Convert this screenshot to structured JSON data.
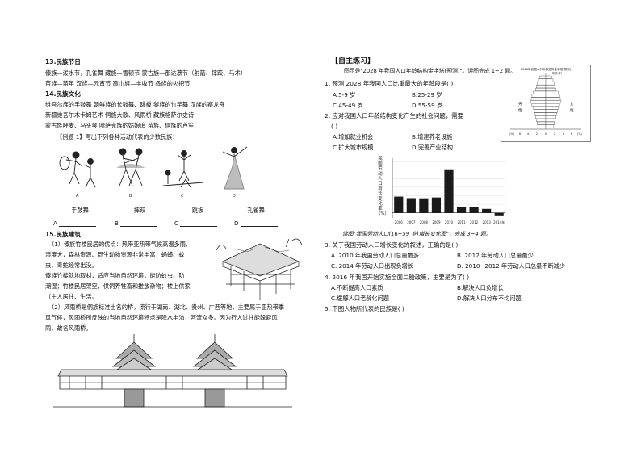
{
  "left": {
    "s13_title": "13.民族节日",
    "s13_l1": "傣族—泼水节，孔雀舞          藏族—雪顿节          蒙古族—那达慕节（射箭、摔跤、马术）",
    "s13_l2": "苗族—苗年          汉族—元宵节          高山族—丰收节          彝族的火把节",
    "s14_title": "14.民族文化",
    "s14_l1": "维吾尔族的手鼓舞          朝鲜族的长鼓舞、跳板          黎族的竹竿舞          汉族的赛龙舟",
    "s14_l2": "新疆维吾尔木卡姆艺术          侗族大歌、风雨桥          藏族格萨尔史诗",
    "s14_l3": "蒙古族呼麦、马头琴          哈萨克族的姑娘追          苗族、侗族的芦笙",
    "example1": "【例题 1】写出下列各种活动代表的少数民族：",
    "dances": [
      {
        "letter": "A",
        "name": "手鼓舞",
        "answer": "A"
      },
      {
        "letter": "B",
        "name": "摔跤",
        "answer": "B"
      },
      {
        "letter": "C",
        "name": "跳板",
        "answer": "C"
      },
      {
        "letter": "D",
        "name": "孔雀舞",
        "answer": "D"
      }
    ],
    "s15_title": "15.民族建筑",
    "s15_p1": [
      "（1）傣族竹楼民居的优点：热带亚热带气候高温多雨、",
      "湿度大，森林资源、野生动物资源非常丰富，蚂蟥、蚊",
      "虫、毒蛇经常出没。",
      "傣族竹楼就地取材，适应当地自然环境，能防蚊虫、防",
      "潮湿；竹楼民居架空，供饲养牲畜和推放杂物；楼上供家",
      "（主人居住、生活。"
    ],
    "s15_p2": [
      "（2）风雨桥是侗族标准出名的桥，流行于湖南、湖北、贵州、广西等地，主要属于亚热带季",
      "风气候，风雨桥所反映的当地自然环境特点是降水丰沛，河流众多。因为行人过往能躲避风",
      "雨，故名风雨桥。"
    ]
  },
  "right": {
    "heading": "【自主练习】",
    "pyramid_intro": "图示是\"2028 年我国人口年龄结构金字塔(预测)\"。读图完成 1~2 题。",
    "q1": "1. 预测 2028 年我国人口比重最大的年龄段是(      )",
    "q1_opts": [
      "A.5-9 岁",
      "B.25-29 岁",
      "C.45-49 岁",
      "D.55-59 岁"
    ],
    "q2": "2. 应对我国人口年龄结构变化产生的社会问题，需要",
    "q2_b": "(      )",
    "q2_opts": [
      "A.增加就业机会",
      "B.增建养老设施",
      "C.扩大城市规模",
      "D.完善产业结构"
    ],
    "caption": "读图\"我国劳动人口(16~59 岁)增长变化图\"，完成 3~4 题。",
    "q3": "3. 关于我国劳动人口增长变化的叙述，正确的是(      )",
    "q3_opts": [
      "A. 2010 年我国劳动人口总量最多",
      "B. 2012 年劳动人口总量最少",
      "C. 2014 年劳动人口出现负增长",
      "D. 2010~2012 年劳动人口总量不断减少"
    ],
    "q4": "4. 2016 年我国开始实施全面二胎政策，主要是为了(      )",
    "q4_opts": [
      "A.不断提高人口素质",
      "B.解决人口负增长",
      "C.缓解人口老龄化问题",
      "D.解决人口分布不均问题"
    ],
    "q5": "5. 下图人物所代表的民族是(      )"
  },
  "pyramid": {
    "title": "2028年我国人口年龄结构金字塔(预测)",
    "top_label": "年龄(岁)",
    "male": "男",
    "male2": "性",
    "female": "女",
    "female2": "性",
    "axis_labels": [
      "(%)",
      "6",
      "4",
      "2",
      "0",
      "2",
      "4",
      "6",
      "(%)"
    ]
  },
  "chart_data": {
    "type": "bar",
    "categories": [
      "2006",
      "2007",
      "2008",
      "2009",
      "2010",
      "2011",
      "2012",
      "2013",
      "2014年"
    ],
    "values": [
      0.95,
      0.86,
      0.85,
      0.9,
      2.55,
      0.35,
      0.32,
      0.23,
      -0.15
    ],
    "ylim": [
      -0.3,
      3.2
    ],
    "ylabel": "我国劳动人口增长变化率（%）",
    "bar_color": "#1a1a1a"
  }
}
